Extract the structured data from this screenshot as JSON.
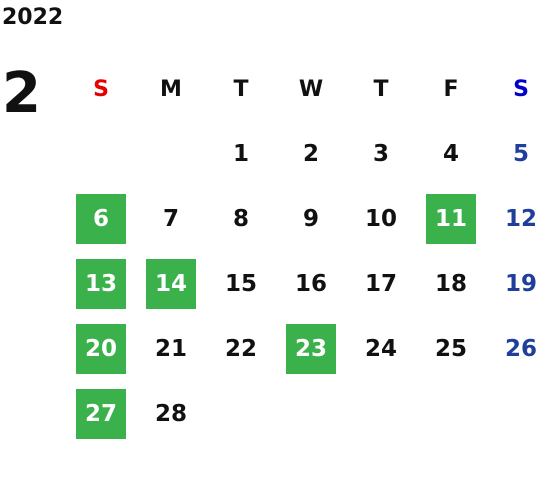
{
  "year": "2022",
  "month": "2",
  "weekdays": [
    "S",
    "M",
    "T",
    "W",
    "T",
    "F",
    "S"
  ],
  "weeks": [
    [
      "",
      "",
      "1",
      "2",
      "3",
      "4",
      "5"
    ],
    [
      "6",
      "7",
      "8",
      "9",
      "10",
      "11",
      "12"
    ],
    [
      "13",
      "14",
      "15",
      "16",
      "17",
      "18",
      "19"
    ],
    [
      "20",
      "21",
      "22",
      "23",
      "24",
      "25",
      "26"
    ],
    [
      "27",
      "28",
      "",
      "",
      "",
      "",
      ""
    ]
  ],
  "highlighted": [
    "6",
    "11",
    "13",
    "14",
    "20",
    "23",
    "27"
  ],
  "colors": {
    "highlight": "#3ab14a",
    "sunday_header": "#e60000",
    "saturday_header": "#0000cc",
    "saturday_number": "#1f3f9a",
    "text": "#111111"
  }
}
